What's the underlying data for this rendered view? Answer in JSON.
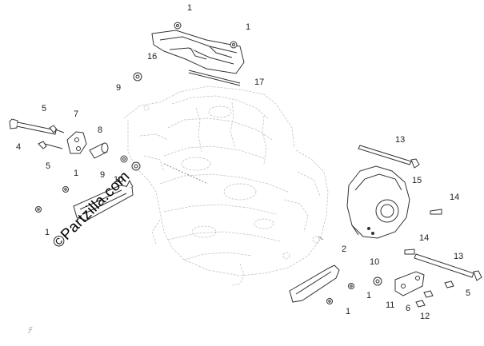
{
  "diagram": {
    "watermark": "©Partzilla.com",
    "corner_mark": "ﾃ",
    "callouts": [
      {
        "id": "c1",
        "label": "1"
      },
      {
        "id": "c2",
        "label": "1"
      },
      {
        "id": "c3",
        "label": "16"
      },
      {
        "id": "c4",
        "label": "9"
      },
      {
        "id": "c5",
        "label": "17"
      },
      {
        "id": "c6",
        "label": "5"
      },
      {
        "id": "c7",
        "label": "7"
      },
      {
        "id": "c8",
        "label": "8"
      },
      {
        "id": "c9",
        "label": "4"
      },
      {
        "id": "c10",
        "label": "5"
      },
      {
        "id": "c11",
        "label": "1"
      },
      {
        "id": "c12",
        "label": "9"
      },
      {
        "id": "c13",
        "label": "10"
      },
      {
        "id": "c14",
        "label": "1"
      },
      {
        "id": "c15",
        "label": "13"
      },
      {
        "id": "c16",
        "label": "15"
      },
      {
        "id": "c17",
        "label": "14"
      },
      {
        "id": "c18",
        "label": "14"
      },
      {
        "id": "c19",
        "label": "2"
      },
      {
        "id": "c20",
        "label": "13"
      },
      {
        "id": "c21",
        "label": "10"
      },
      {
        "id": "c22",
        "label": "1"
      },
      {
        "id": "c23",
        "label": "5"
      },
      {
        "id": "c24",
        "label": "11"
      },
      {
        "id": "c25",
        "label": "6"
      },
      {
        "id": "c26",
        "label": "12"
      },
      {
        "id": "c27",
        "label": "1"
      }
    ]
  }
}
